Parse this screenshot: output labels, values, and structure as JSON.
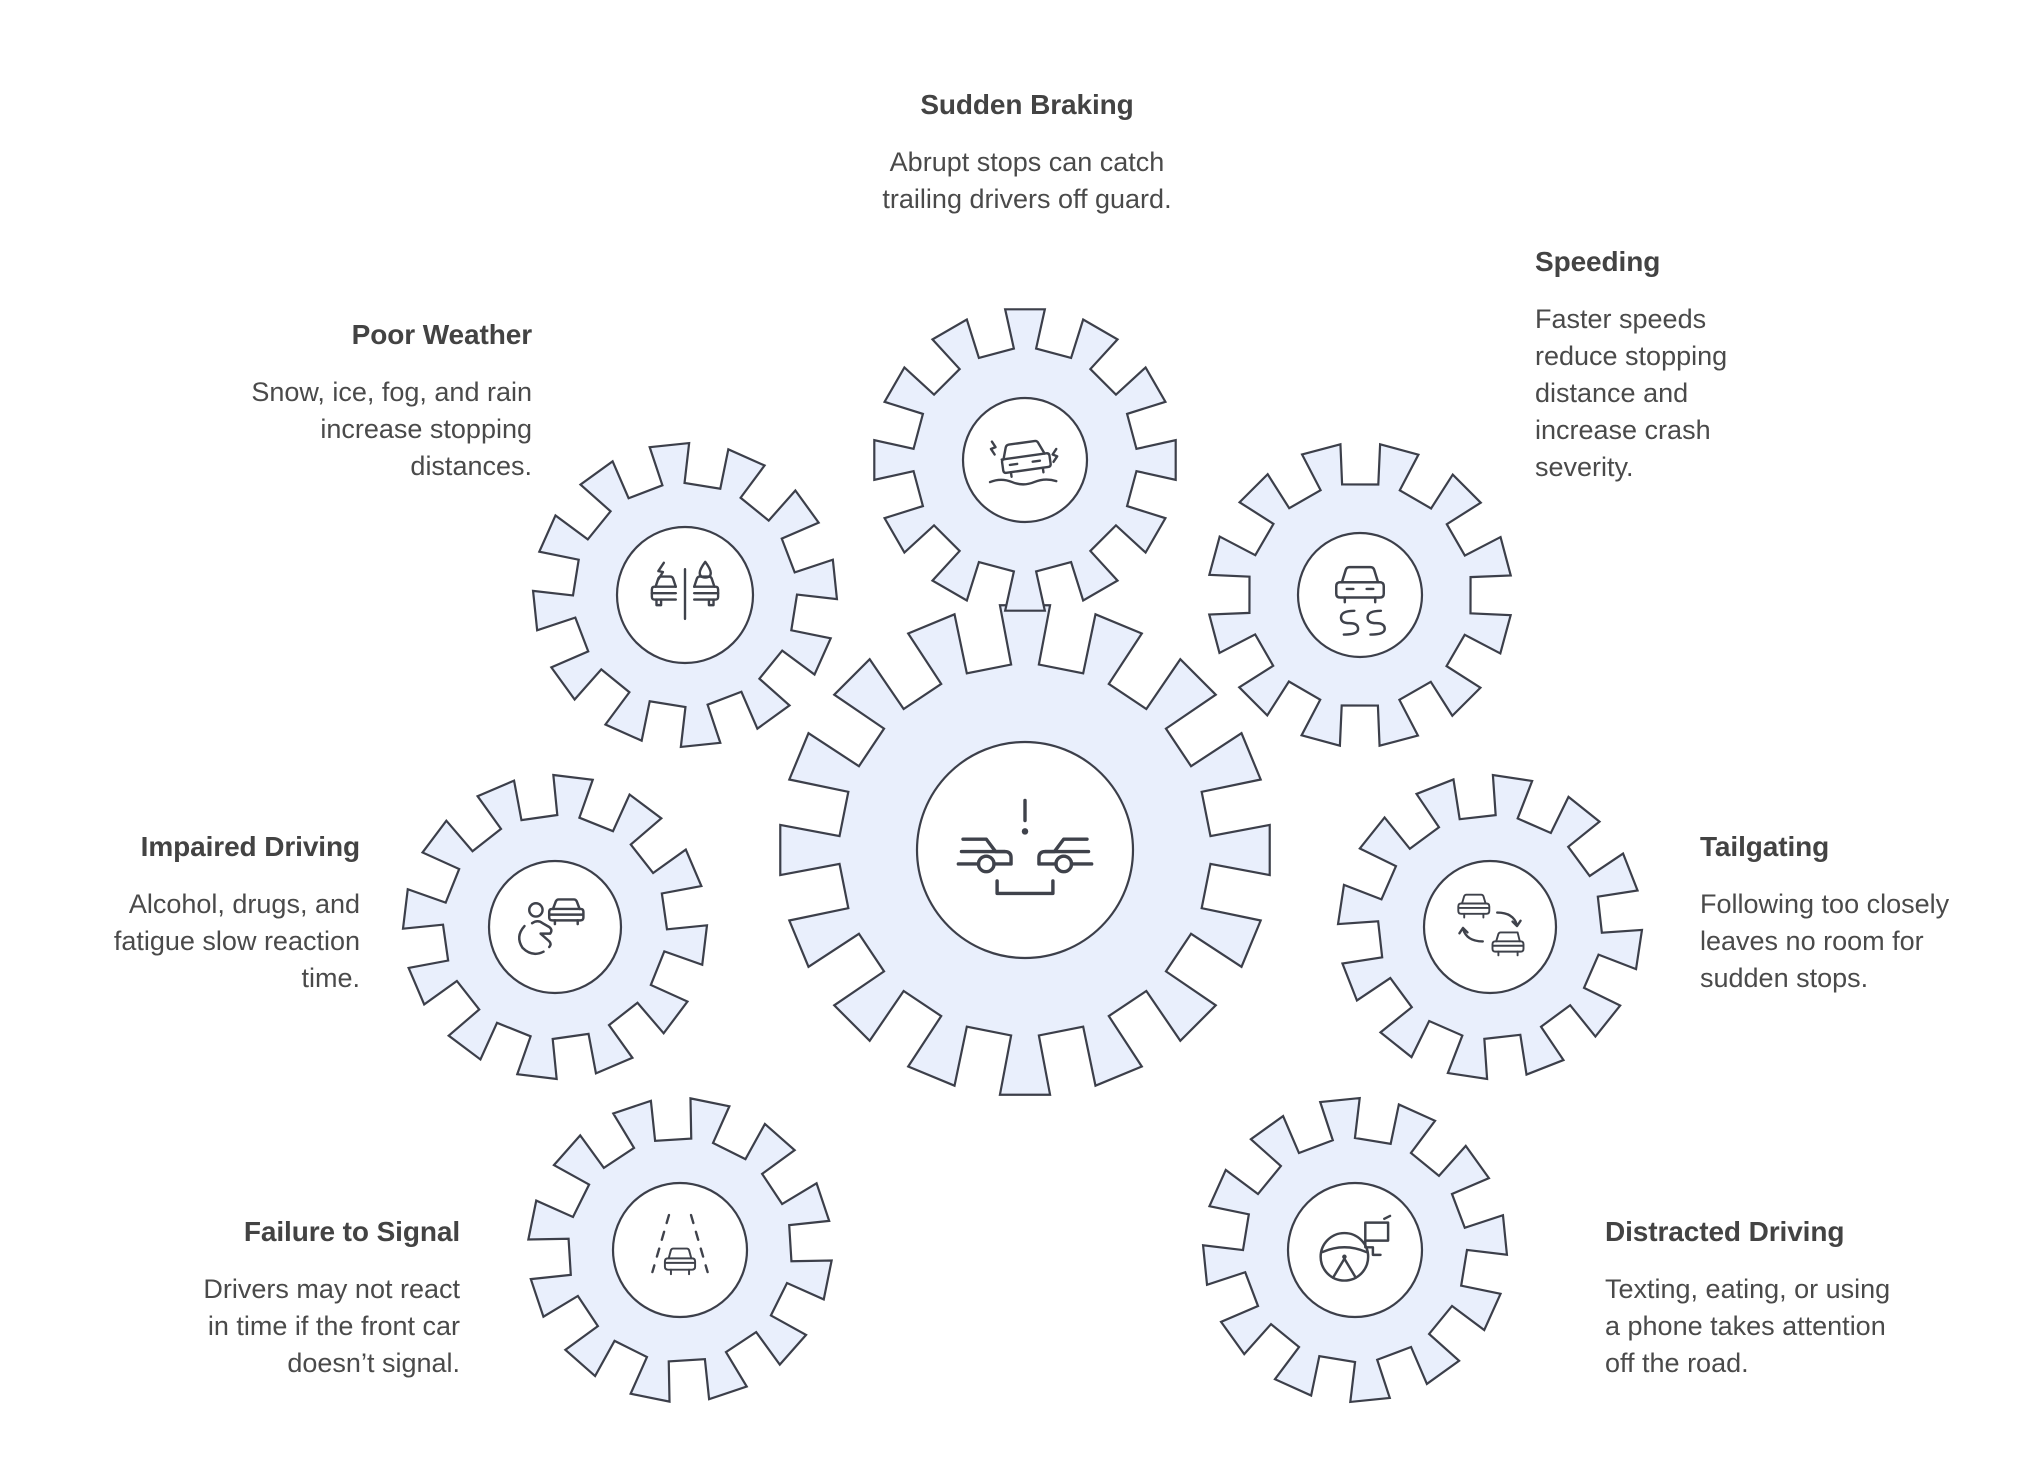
{
  "diagram": {
    "type": "gear-cluster-infographic",
    "theme_colors": {
      "gear_fill": "#e9effc",
      "gear_stroke": "#3c3f4a",
      "hub_fill": "#ffffff",
      "title_text": "#434343",
      "body_text": "#4a4a4a",
      "background": "#ffffff"
    },
    "center": {
      "icon": "two-cars-collision-icon",
      "teeth": 16
    },
    "nodes": [
      {
        "id": "sudden-braking",
        "title": "Sudden Braking",
        "description": "Abrupt stops can catch trailing drivers off guard.",
        "icon": "car-skidding-shake-icon",
        "teeth": 12,
        "align": "center"
      },
      {
        "id": "speeding",
        "title": "Speeding",
        "description": "Faster speeds reduce stopping distance and increase crash severity.",
        "icon": "car-speed-lines-icon",
        "teeth": 12,
        "align": "left"
      },
      {
        "id": "poor-weather",
        "title": "Poor Weather",
        "description": "Snow, ice, fog, and rain increase stopping distances.",
        "icon": "cars-lightning-raindrop-icon",
        "teeth": 12,
        "align": "right"
      },
      {
        "id": "impaired-driving",
        "title": "Impaired Driving",
        "description": "Alcohol, drugs, and fatigue slow reaction time.",
        "icon": "impaired-person-car-icon",
        "teeth": 12,
        "align": "right"
      },
      {
        "id": "tailgating",
        "title": "Tailgating",
        "description": "Following too closely leaves no room for sudden stops.",
        "icon": "two-cars-arrows-icon",
        "teeth": 12,
        "align": "left"
      },
      {
        "id": "failure-to-signal",
        "title": "Failure to Signal",
        "description": "Drivers may not react in time if the front car doesn’t signal.",
        "icon": "car-lane-lines-icon",
        "teeth": 12,
        "align": "right"
      },
      {
        "id": "distracted-driving",
        "title": "Distracted Driving",
        "description": "Texting, eating, or using a phone takes attention off the road.",
        "icon": "steering-wheel-phone-icon",
        "teeth": 12,
        "align": "left"
      }
    ]
  }
}
